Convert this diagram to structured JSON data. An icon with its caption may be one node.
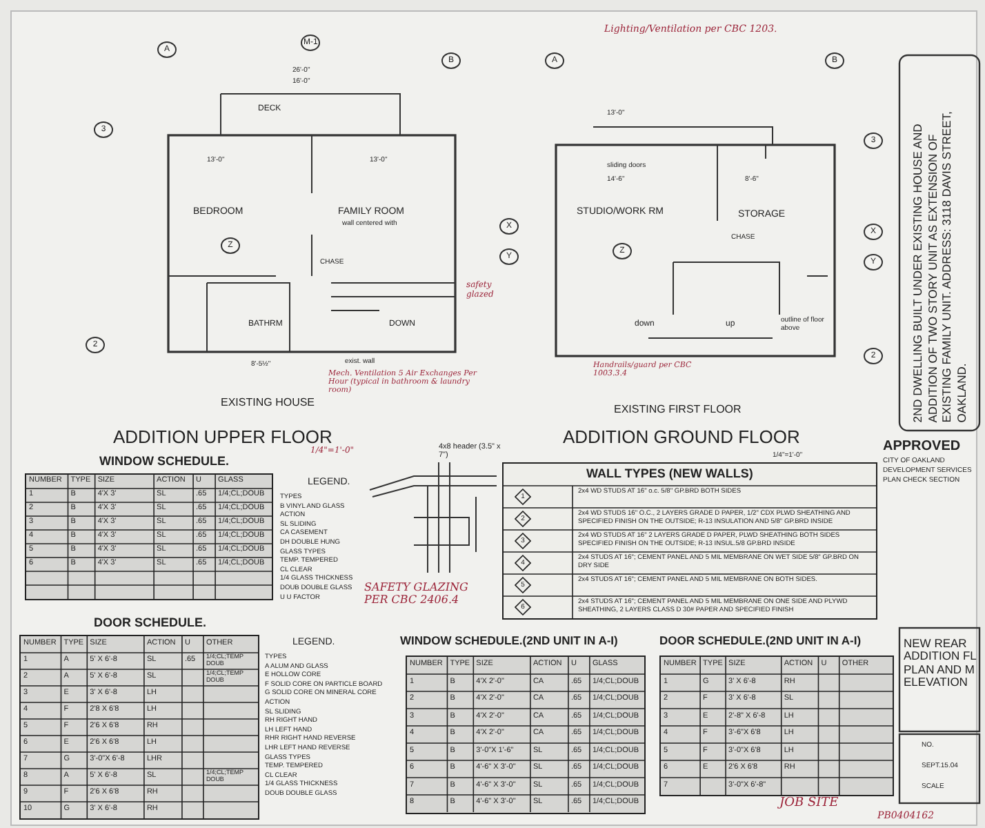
{
  "diagram": {
    "labels": [
      "Lighting/Ventilation per CBC 1203.",
      "A",
      "M-1",
      "B",
      "26'-0\"",
      "16'-0\"",
      "DECK",
      "3",
      "13'-0\"",
      "13'-0\"",
      "BEDROOM",
      "FAMILY ROOM",
      "wall centered with",
      "X",
      "Y",
      "Z",
      "CHASE",
      "BATHRM",
      "DOWN",
      "2",
      "8'-5½\"",
      "exist. wall",
      "EXISTING HOUSE",
      "safety glazed",
      "Mech. Ventilation 5 Air Exchanges Per Hour (typical in bathroom & laundry room)",
      "A",
      "B",
      "13'-0\"",
      "sliding doors",
      "14'-6\"",
      "8'-6\"",
      "STUDIO/WORK RM",
      "STORAGE",
      "3",
      "X",
      "Y",
      "2",
      "Z",
      "CHASE",
      "down",
      "up",
      "outline of floor above",
      "EXISTING FIRST FLOOR",
      "Handrails/guard per CBC 1003.3.4",
      "ADDITION UPPER FLOOR",
      "1/4\"=1'-0\"",
      "4x8 header (3.5\" x 7\")",
      "ADDITION GROUND FLOOR",
      "1/4\"=1'-0\"",
      "WINDOW SCHEDULE.",
      "NUMBER",
      "TYPE",
      "SIZE",
      "ACTION",
      "U",
      "GLASS",
      "1",
      "B",
      "4'X 3'",
      "SL",
      ".65",
      "1/4;CL;DOUB",
      "2",
      "B",
      "4'X 3'",
      "SL",
      ".65",
      "1/4;CL;DOUB",
      "3",
      "B",
      "4'X 3'",
      "SL",
      ".65",
      "1/4;CL;DOUB",
      "4",
      "B",
      "4'X 3'",
      "SL",
      ".65",
      "1/4;CL;DOUB",
      "5",
      "B",
      "4'X 3'",
      "SL",
      ".65",
      "1/4;CL;DOUB",
      "6",
      "B",
      "4'X 3'",
      "SL",
      ".65",
      "1/4;CL;DOUB",
      "LEGEND.",
      "TYPES",
      "B VINYL AND GLASS",
      "ACTION",
      "SL SLIDING",
      "CA CASEMENT",
      "DH DOUBLE HUNG",
      "GLASS TYPES",
      "TEMP. TEMPERED",
      "CL CLEAR",
      "1/4 GLASS THICKNESS",
      "DOUB DOUBLE GLASS",
      "U U FACTOR",
      "SAFETY GLAZING PER CBC 2406.4",
      "DOOR SCHEDULE.",
      "NUMBER",
      "TYPE",
      "SIZE",
      "ACTION",
      "U",
      "OTHER",
      "1",
      "A",
      "5' X 6'-8",
      "SL",
      ".65",
      "1/4;CL;TEMP DOUB",
      "2",
      "A",
      "5' X 6'-8",
      "SL",
      "1/4;CL;TEMP DOUB",
      "3",
      "E",
      "3' X 6'-8",
      "LH",
      "4",
      "F",
      "2'8 X 6'8",
      "LH",
      "5",
      "F",
      "2'6 X 6'8",
      "RH",
      "6",
      "E",
      "2'6 X 6'8",
      "LH",
      "7",
      "G",
      "3'-0\"X 6'-8",
      "LHR",
      "8",
      "A",
      "5' X 6'-8",
      "SL",
      "1/4;CL;TEMP DOUB",
      "9",
      "F",
      "2'6 X 6'8",
      "RH",
      "10",
      "G",
      "3' X 6'-8",
      "RH",
      "LEGEND.",
      "TYPES",
      "A ALUM AND GLASS",
      "E HOLLOW CORE",
      "F SOLID CORE ON PARTICLE BOARD",
      "G SOLID CORE ON MINERAL CORE",
      "ACTION",
      "SL SLIDING",
      "RH RIGHT HAND",
      "LH LEFT HAND",
      "RHR RIGHT HAND REVERSE",
      "LHR LEFT HAND REVERSE",
      "GLASS TYPES",
      "TEMP. TEMPERED",
      "CL CLEAR",
      "1/4 GLASS THICKNESS",
      "DOUB DOUBLE GLASS",
      "WALL TYPES (NEW WALLS)",
      "1",
      "2x4 WD STUDS AT 16\" o.c. 5/8\" GP.BRD BOTH SIDES",
      "2",
      "2x4 WD STUDS 16\" O.C., 2 LAYERS GRADE D PAPER, 1/2\" CDX PLWD SHEATHING AND SPECIFIED FINISH ON THE OUTSIDE; R-13 INSULATION AND 5/8\" GP.BRD INSIDE",
      "3",
      "2x4 WD STUDS AT 16\" 2 LAYERS GRADE D PAPER, PLWD SHEATHING BOTH SIDES SPECIFIED FINISH ON THE OUTSIDE; R-13 INSUL.5/8 GP.BRD INSIDE",
      "4",
      "2x4 STUDS AT 16\"; CEMENT PANEL AND 5 MIL MEMBRANE ON WET SIDE 5/8\" GP.BRD ON DRY SIDE",
      "5",
      "2x4 STUDS AT 16\"; CEMENT PANEL AND 5 MIL MEMBRANE ON BOTH SIDES.",
      "6",
      "2x4 STUDS AT 16\"; CEMENT PANEL AND 5 MIL MEMBRANE ON ONE SIDE AND PLYWD SHEATHING, 2 LAYERS CLASS D 30# PAPER AND SPECIFIED FINISH",
      "WINDOW SCHEDULE.(2ND UNIT IN A-I)",
      "NUMBER",
      "TYPE",
      "SIZE",
      "ACTION",
      "U",
      "GLASS",
      "1",
      "B",
      "4'X 2'-0\"",
      "CA",
      ".65",
      "1/4;CL;DOUB",
      "2",
      "B",
      "4'X 2'-0\"",
      "CA",
      ".65",
      "1/4;CL;DOUB",
      "3",
      "B",
      "4'X 2'-0\"",
      "CA",
      ".65",
      "1/4;CL;DOUB",
      "4",
      "B",
      "4'X 2'-0\"",
      "CA",
      ".65",
      "1/4;CL;DOUB",
      "5",
      "B",
      "3'-0\"X 1'-6\"",
      "SL",
      ".65",
      "1/4;CL;DOUB",
      "6",
      "B",
      "4'-6\" X 3'-0\"",
      "SL",
      ".65",
      "1/4;CL;DOUB",
      "7",
      "B",
      "4'-6\" X 3'-0\"",
      "SL",
      ".65",
      "1/4;CL;DOUB",
      "8",
      "B",
      "4'-6\" X 3'-0\"",
      "SL",
      ".65",
      "1/4;CL;DOUB",
      "DOOR SCHEDULE.(2ND UNIT IN A-I)",
      "NUMBER",
      "TYPE",
      "SIZE",
      "ACTION",
      "U",
      "OTHER",
      "1",
      "G",
      "3' X 6'-8",
      "RH",
      "2",
      "F",
      "3' X 6'-8",
      "SL",
      "3",
      "E",
      "2'-8\" X 6'-8",
      "LH",
      "4",
      "F",
      "3'-6\"X 6'8",
      "LH",
      "5",
      "F",
      "3'-0\"X 6'8",
      "LH",
      "6",
      "E",
      "2'6 X 6'8",
      "RH",
      "7",
      "3'-0\"X 6'-8\"",
      "JOB SITE",
      "APPROVED",
      "CITY OF OAKLAND",
      "DEVELOPMENT SERVICES",
      "PLAN CHECK SECTION",
      "2ND DWELLING BUILT UNDER EXISTING HOUSE AND ADDITION OF TWO STORY UNIT AS EXTENSION OF EXISTING FAMILY UNIT. ADDRESS: 3118 DAVIS STREET, OAKLAND.",
      "NEW REAR ADDITION FL PLAN AND M ELEVATION",
      "NO.",
      "SEPT.15.04",
      "SCALE",
      "PB0404162"
    ]
  }
}
